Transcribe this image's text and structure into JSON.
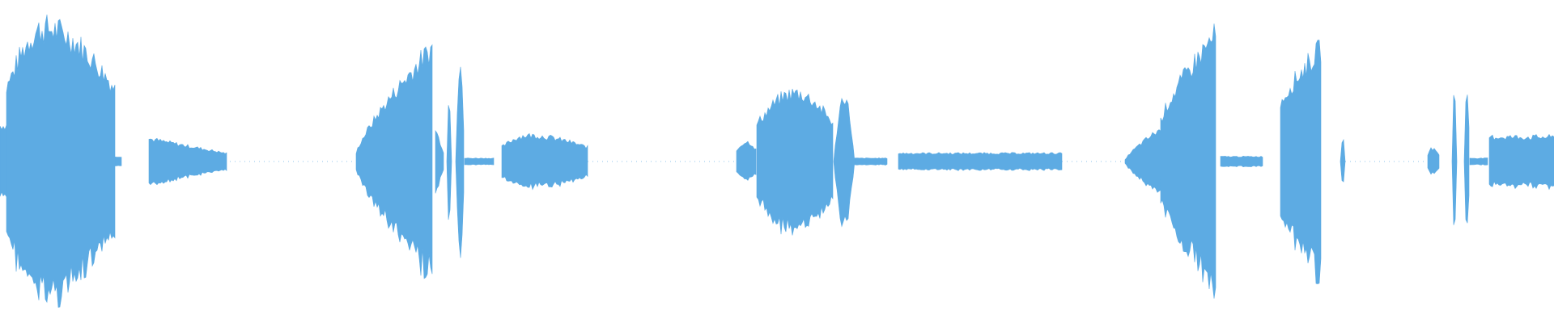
{
  "waveform": {
    "color": "#5dabe3",
    "duration_units": 1920,
    "silence_level": 0.004,
    "segments": [
      {
        "start": 0,
        "end": 8,
        "shape": "flat",
        "peak": 0.22
      },
      {
        "start": 8,
        "end": 142,
        "shape": "dome",
        "peak": 0.82,
        "peak_at": 0.35
      },
      {
        "start": 142,
        "end": 150,
        "shape": "flat",
        "peak": 0.03
      },
      {
        "start": 184,
        "end": 280,
        "shape": "decay",
        "peak": 0.14,
        "floor": 0.05
      },
      {
        "start": 440,
        "end": 534,
        "shape": "ramp",
        "peak": 0.7,
        "floor": 0.05
      },
      {
        "start": 538,
        "end": 548,
        "shape": "decay",
        "peak": 0.2,
        "floor": 0.06
      },
      {
        "start": 552,
        "end": 558,
        "shape": "spike",
        "peak": 0.4
      },
      {
        "start": 563,
        "end": 574,
        "shape": "spike",
        "peak": 0.62
      },
      {
        "start": 574,
        "end": 610,
        "shape": "flat",
        "peak": 0.02
      },
      {
        "start": 620,
        "end": 726,
        "shape": "dome",
        "peak": 0.16,
        "peak_at": 0.3
      },
      {
        "start": 910,
        "end": 935,
        "shape": "dome",
        "peak": 0.12,
        "peak_at": 0.5
      },
      {
        "start": 935,
        "end": 1030,
        "shape": "dome",
        "peak": 0.42,
        "peak_at": 0.5
      },
      {
        "start": 1030,
        "end": 1056,
        "shape": "spike",
        "peak": 0.4
      },
      {
        "start": 1056,
        "end": 1096,
        "shape": "flat",
        "peak": 0.02
      },
      {
        "start": 1110,
        "end": 1312,
        "shape": "flat",
        "peak": 0.05
      },
      {
        "start": 1390,
        "end": 1434,
        "shape": "ramp",
        "peak": 0.2,
        "floor": 0.01
      },
      {
        "start": 1434,
        "end": 1502,
        "shape": "ramp",
        "peak": 0.78,
        "floor": 0.25
      },
      {
        "start": 1508,
        "end": 1560,
        "shape": "flat",
        "peak": 0.03
      },
      {
        "start": 1582,
        "end": 1633,
        "shape": "ramp",
        "peak": 0.7,
        "floor": 0.35
      },
      {
        "start": 1656,
        "end": 1662,
        "shape": "spike",
        "peak": 0.15
      },
      {
        "start": 1764,
        "end": 1778,
        "shape": "dome",
        "peak": 0.08,
        "peak_at": 0.3
      },
      {
        "start": 1794,
        "end": 1800,
        "shape": "spike",
        "peak": 0.45
      },
      {
        "start": 1809,
        "end": 1816,
        "shape": "spike",
        "peak": 0.45
      },
      {
        "start": 1816,
        "end": 1838,
        "shape": "flat",
        "peak": 0.02
      },
      {
        "start": 1840,
        "end": 1920,
        "shape": "flat",
        "peak": 0.15
      }
    ],
    "dotted_gaps": [
      {
        "start": 284,
        "end": 440
      },
      {
        "start": 726,
        "end": 910
      },
      {
        "start": 1312,
        "end": 1390
      },
      {
        "start": 1662,
        "end": 1764
      }
    ]
  }
}
